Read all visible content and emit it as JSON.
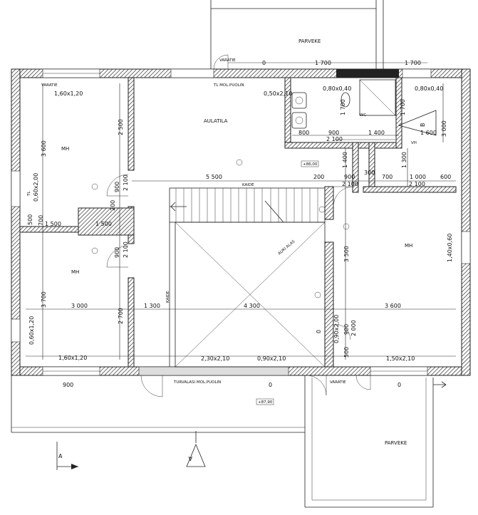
{
  "balcony_top": "PARVEKE",
  "balcony_bottom": "PARVEKE",
  "notes": {
    "varatie_top": "VARATIE",
    "varatie_left": "VARATIE",
    "varatie_bottom": "VARATIE",
    "tl_mol_puolin": "TL MOL.PUOLIN",
    "turvalasi": "TURVALASI MOL.PUOLIN",
    "tl": "TL",
    "kaide_top": "KAIDE",
    "kaide_side": "KAIDE",
    "auki_alas": "AUKI ALAS",
    "vh": "VH",
    "wc": "WC"
  },
  "rooms": {
    "mh_top_left": "MH",
    "mh_bottom_left": "MH",
    "mh_right": "MH",
    "aulatila": "AULATILA"
  },
  "windows": {
    "w1": "1,60x1,20",
    "w2": "0,50x2,10",
    "w3": "0,80x0,40",
    "w4": "0,80x0,40",
    "w5": "0,60x2,00",
    "w6": "1,40x0,60",
    "w7": "0,60x1,20",
    "w8": "1,60x1,20",
    "w9": "2,30x2,10",
    "w10": "0,90x2,10",
    "w11": "1,50x2,10",
    "w12": "0,90x2,00"
  },
  "dims": {
    "top_0": "0",
    "top_1700a": "1 700",
    "top_1700b": "1 700",
    "d3600": "3 600",
    "d2500": "2 500",
    "d900_a": "900",
    "d2100_a": "2 100",
    "d5500": "5 500",
    "d200_a": "200",
    "d900_b": "900",
    "d2100_b": "2 100",
    "d700_a": "700",
    "d1000": "1 000",
    "d600": "600",
    "d2100_c": "2 100",
    "d800": "800",
    "d900_c": "900",
    "d1400_a": "1 400",
    "d2100_d": "2 100",
    "d1600": "1 600",
    "d1700_a": "1 700",
    "d1700_b": "1 700",
    "d3000_r": "3 000",
    "d1300_r": "1 300",
    "d1400_b": "1 400",
    "d300": "300",
    "d700_b": "700",
    "d1500_a": "1 500",
    "d1500_b": "1 500",
    "d200_b": "200",
    "d900_d": "900",
    "d2100_e": "2 100",
    "d3500": "3 500",
    "d3700": "3 700",
    "d3000": "3 000",
    "d1300": "1 300",
    "d4300": "4 300",
    "d3600_b": "3 600",
    "d2700": "2 700",
    "d0_mid": "0",
    "d900_e": "900",
    "d2000": "2 000",
    "d500_a": "500",
    "d500_b": "500",
    "bot_900": "900",
    "bot_0a": "0",
    "bot_0b": "0"
  },
  "levels": {
    "upper": "+86,00",
    "lower": "+87,90"
  },
  "section": {
    "left": "A",
    "right": "A",
    "bath": "B"
  }
}
